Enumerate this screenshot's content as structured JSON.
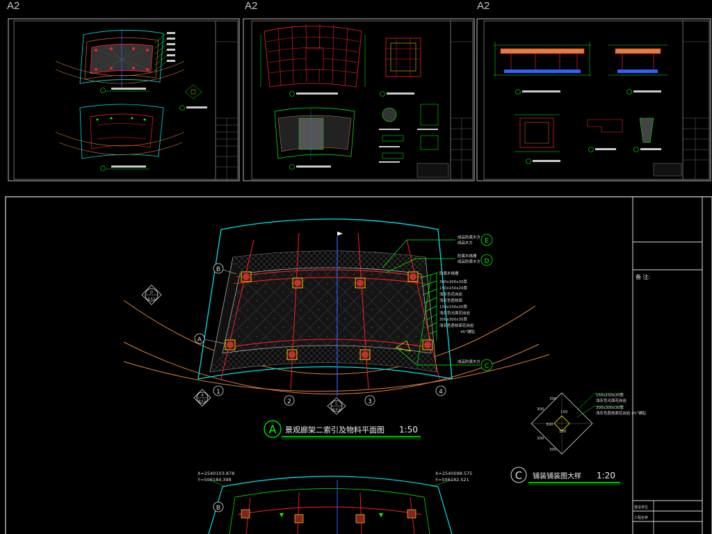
{
  "sheets": {
    "tag1": "A2",
    "tag2": "A2",
    "tag3": "A2"
  },
  "main": {
    "title_a_letter": "A",
    "title_a_text": "景观廊架二索引及物料平面图",
    "title_a_scale": "1:50",
    "title_c_letter": "C",
    "title_c_text": "铺装铺装图大样",
    "title_c_scale": "1:20",
    "grid_b": "B",
    "grid_a": "A",
    "grid_1": "1",
    "grid_2": "2",
    "grid_3": "3",
    "grid_4": "4",
    "sec_c_top": "C",
    "sec_c_bot": "A-4.2",
    "sec_a_top": "A",
    "sec_a_bot": "A-4.1",
    "sec_d_top": "D",
    "sec_d_bot": "A-4.2",
    "callout_e": "E",
    "callout_d": "D",
    "callout_c": "C",
    "coord1_x": "X=2540103.878",
    "coord1_y": "Y=506184.398",
    "coord2_x": "X=2540098.575",
    "coord2_y": "Y=506182.521",
    "detail_dims": [
      "300",
      "300",
      "150",
      "300",
      "300",
      "300",
      "150"
    ],
    "detail_notes": [
      "150x150x20厚",
      "浅灰色光面花岗岩",
      "300x300x30厚",
      "浅灰色荔枝面花岗岩 45°铺贴"
    ],
    "leader_notes": [
      "成品防腐木方",
      "成品木方",
      "防腐木格栅",
      "300x300x30厚",
      "150x150x20厚",
      "浅灰色花岗岩",
      "浅灰色荔枝面",
      "150x150x20厚",
      "浅灰色光面花岗岩",
      "300x300x30厚",
      "浅灰色荔枝面花岗岩",
      "45°铺贴",
      "成品防腐木方"
    ],
    "titleblock_note": "备 注:",
    "titleblock_label1": "建设单位",
    "titleblock_label2": "工程名称"
  },
  "colors": {
    "frame": "#ffffff",
    "cyan": "#00e5e5",
    "green": "#00ff00",
    "red": "#ff2020",
    "yellow": "#ffff00",
    "blue": "#3060ff",
    "orange": "#e08040",
    "grey": "#808080"
  }
}
